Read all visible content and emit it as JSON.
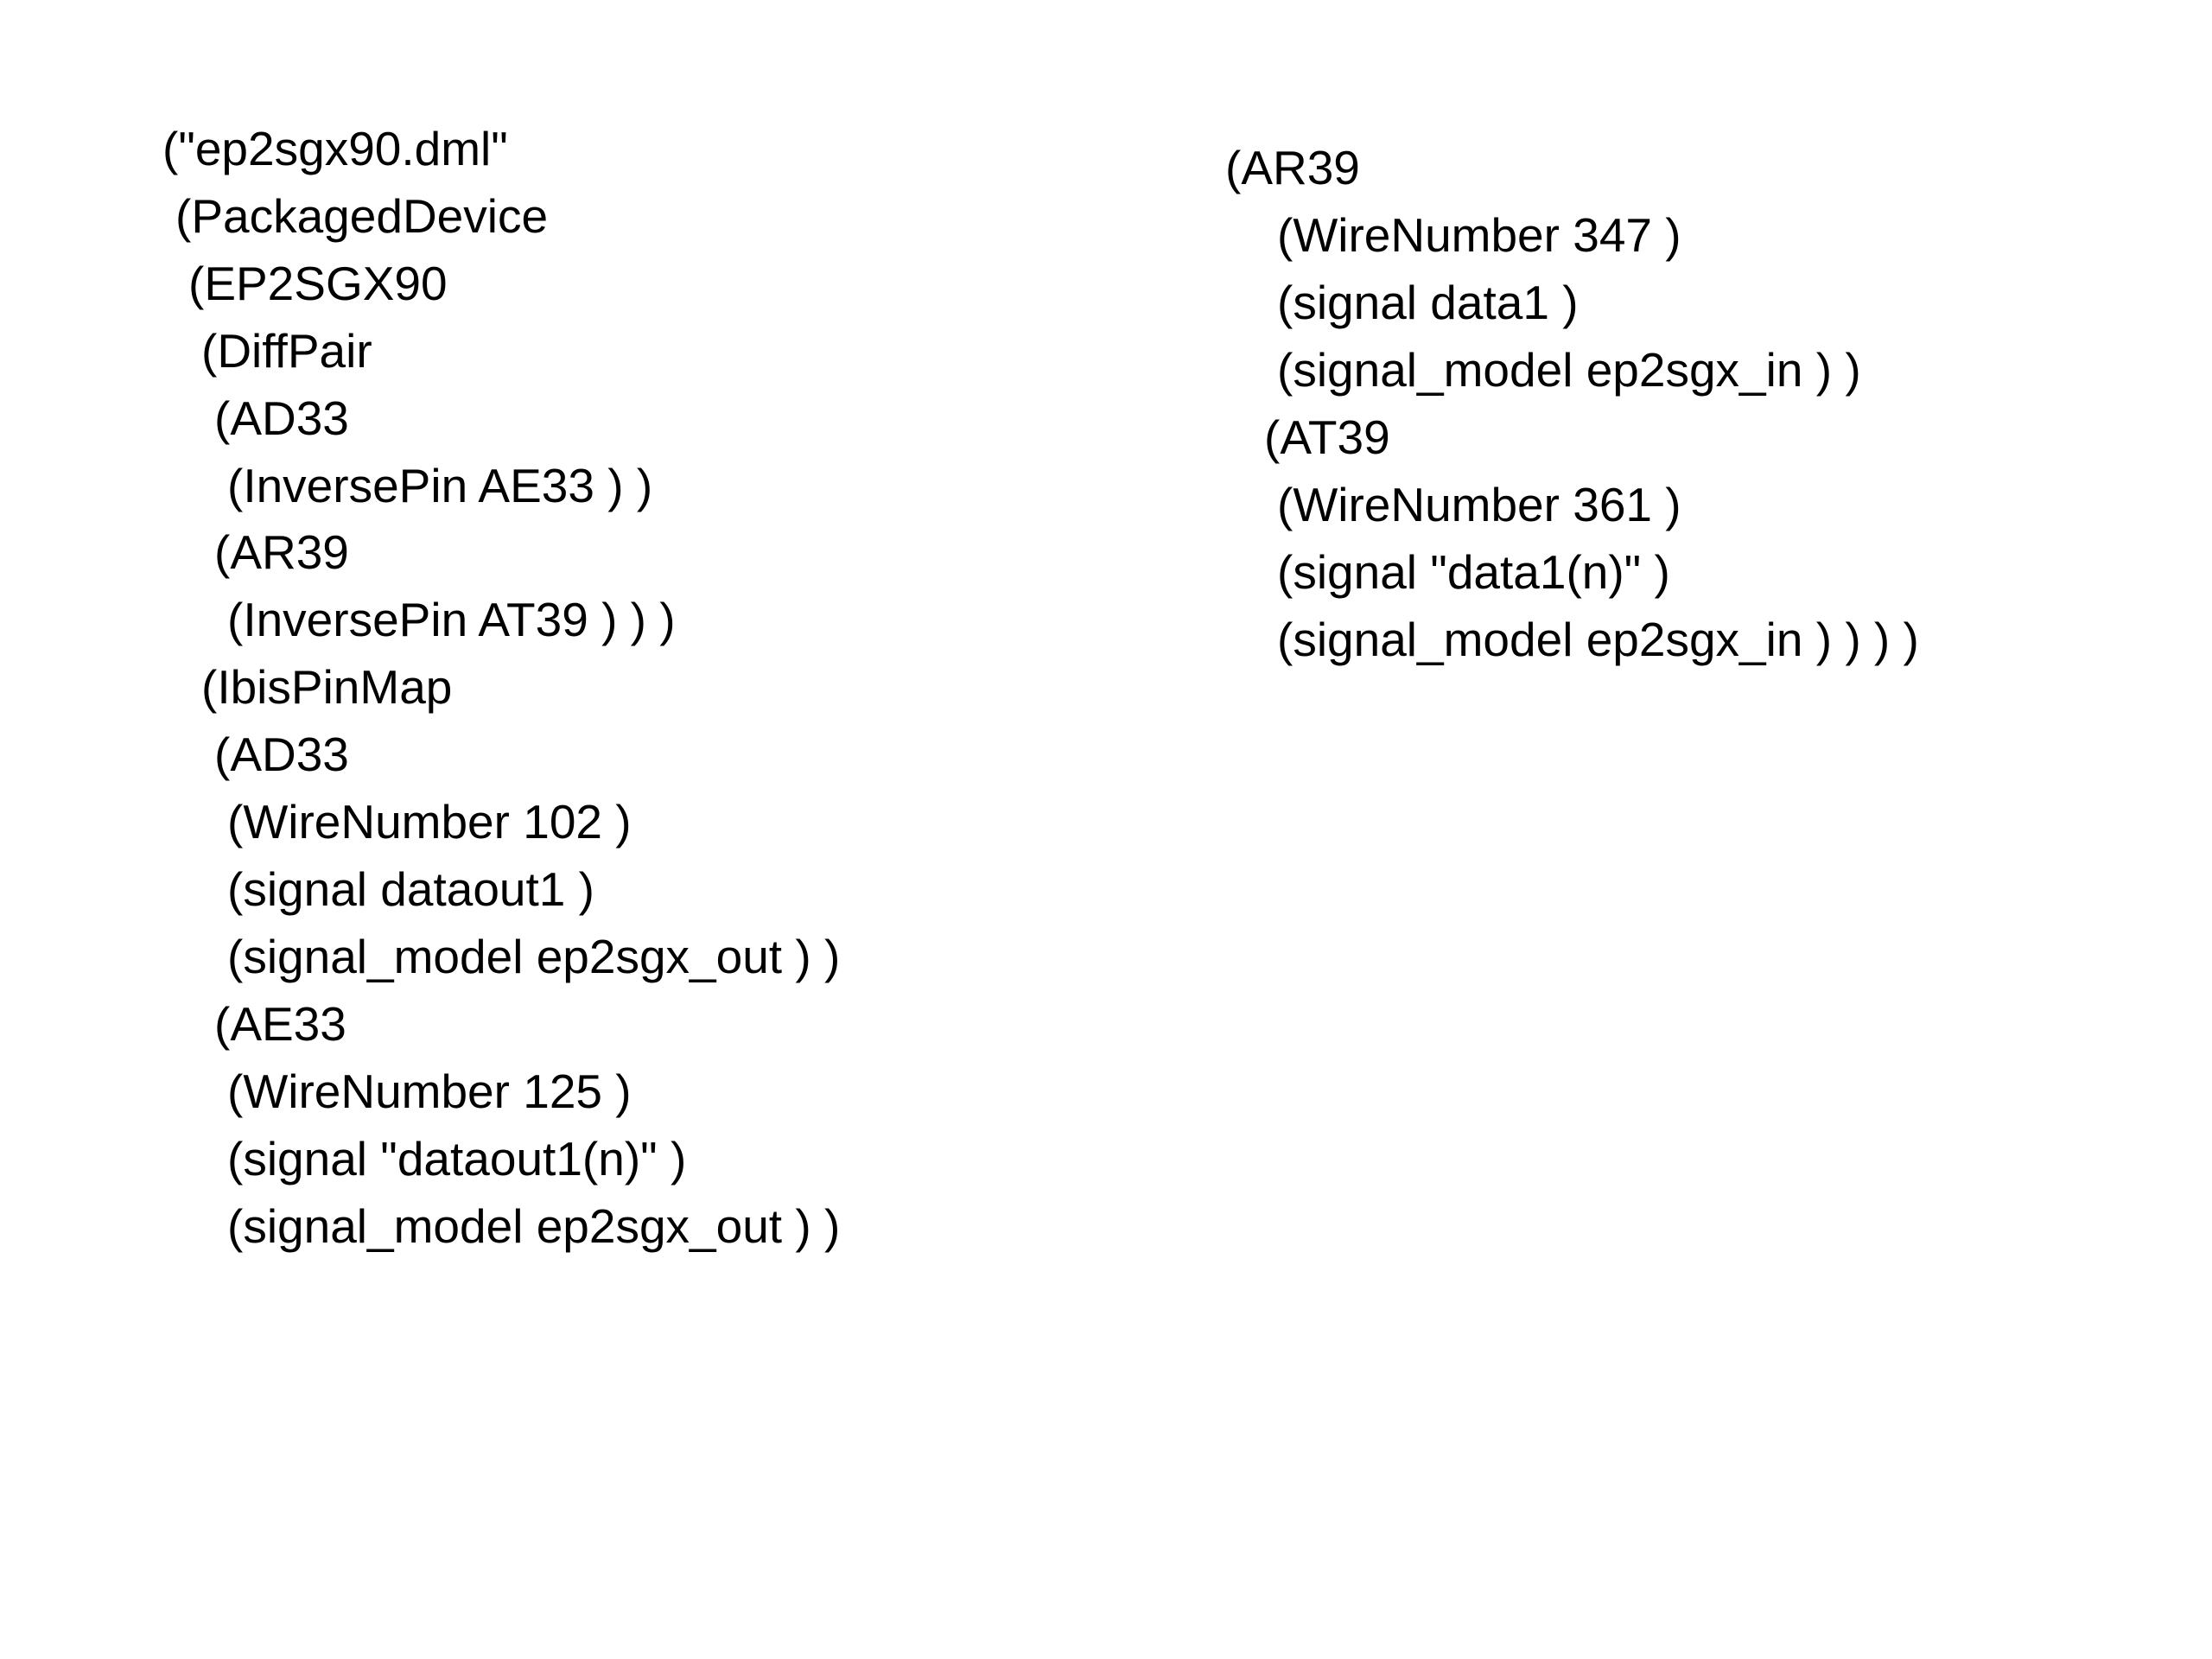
{
  "left_column": {
    "lines": [
      {
        "text": "(\"ep2sgx90.dml\""
      },
      {
        "text": "(PackagedDevice"
      },
      {
        "text": "(EP2SGX90"
      },
      {
        "text": "(DiffPair"
      },
      {
        "text": "(AD33"
      },
      {
        "text": "(InversePin AE33 ) )"
      },
      {
        "text": "(AR39"
      },
      {
        "text": "(InversePin AT39 ) ) )"
      },
      {
        "text": "(IbisPinMap"
      },
      {
        "text": "(AD33"
      },
      {
        "text": "(WireNumber 102 )"
      },
      {
        "text": "(signal dataout1 )"
      },
      {
        "text": "(signal_model ep2sgx_out ) )"
      },
      {
        "text": "(AE33"
      },
      {
        "text": "(WireNumber 125 )"
      },
      {
        "text": "(signal \"dataout1(n)\" )"
      },
      {
        "text": "(signal_model ep2sgx_out ) )"
      }
    ]
  },
  "right_column": {
    "lines": [
      {
        "text": "(AR39"
      },
      {
        "text": "(WireNumber 347 )"
      },
      {
        "text": "(signal data1 )"
      },
      {
        "text": "(signal_model ep2sgx_in ) )"
      },
      {
        "text": "(AT39"
      },
      {
        "text": "(WireNumber 361 )"
      },
      {
        "text": "(signal \"data1(n)\" )"
      },
      {
        "text": "(signal_model ep2sgx_in ) ) ) )"
      }
    ]
  }
}
